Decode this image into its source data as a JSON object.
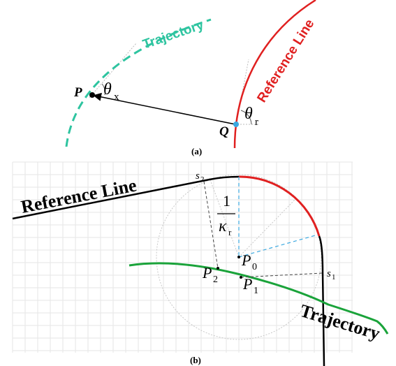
{
  "panel_a": {
    "label": "(a)",
    "trajectory_label": "Trajectory",
    "reference_label": "Reference Line",
    "point_p": "P",
    "point_q": "Q",
    "theta_x_symbol": "θ",
    "theta_x_sub": "x",
    "theta_r_symbol": "θ",
    "theta_r_sub": "r"
  },
  "panel_b": {
    "label": "(b)",
    "reference_label": "Reference Line",
    "trajectory_label": "Trajectory",
    "s2_base": "s",
    "s2_sub": "2",
    "s1_base": "s",
    "s1_sub": "1",
    "p0_base": "P",
    "p0_sub": "0",
    "p1_base": "P",
    "p1_sub": "1",
    "p2_base": "P",
    "p2_sub": "2",
    "frac_num": "1",
    "frac_den_base": "κ",
    "frac_den_sub": "r"
  },
  "colors": {
    "trajectory_a": "#2ec4a0",
    "reference": "#e02020",
    "trajectory_b": "#1aa33a",
    "cyan": "#3aa8e0",
    "grid": "#e6e6e6"
  }
}
